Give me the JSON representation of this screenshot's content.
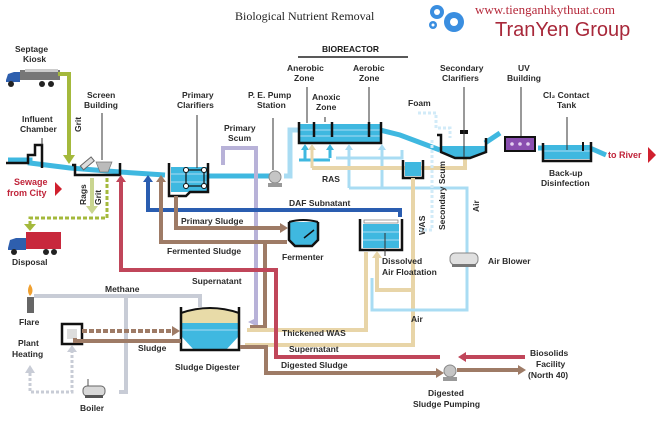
{
  "title": "Biological Nutrient Removal",
  "watermark": {
    "url": "www.tienganhkythuat.com",
    "brand": "TranYen Group",
    "icon": "gears-icon"
  },
  "colors": {
    "water": "#3fb8e0",
    "water_light": "#a9dcf3",
    "grit": "#a4b93c",
    "sludge_brown": "#9e7b66",
    "supernatant_red": "#c0465a",
    "daf_blue": "#2a5db0",
    "scum_lavender": "#b8b2d8",
    "ras_tan": "#e8d5a8",
    "methane_gray": "#c8ccd6",
    "uv_purple": "#8a4fb0",
    "arrow_red": "#d0202e"
  },
  "labels": {
    "septage_kiosk": [
      "Septage",
      "Kiosk"
    ],
    "influent_chamber": [
      "Influent",
      "Chamber"
    ],
    "screen_building": [
      "Screen",
      "Building"
    ],
    "grit": "Grit",
    "rags": "Rags",
    "grit2": "Grit",
    "sewage_from_city": [
      "Sewage",
      "from City"
    ],
    "disposal": "Disposal",
    "primary_clarifiers": [
      "Primary",
      "Clarifiers"
    ],
    "primary_scum": [
      "Primary",
      "Scum"
    ],
    "pe_pump_station": [
      "P. E. Pump",
      "Station"
    ],
    "bioreactor": "BIOREACTOR",
    "anerobic_zone": [
      "Anerobic",
      "Zone"
    ],
    "aerobic_zone": [
      "Aerobic",
      "Zone"
    ],
    "anoxic_zone": [
      "Anoxic",
      "Zone"
    ],
    "foam": "Foam",
    "secondary_clarifiers": [
      "Secondary",
      "Clarifiers"
    ],
    "uv_building": [
      "UV",
      "Building"
    ],
    "cl2_contact_tank": [
      "Cl₂ Contact",
      "Tank"
    ],
    "to_river": "to River",
    "backup_disinfection": [
      "Back-up",
      "Disinfection"
    ],
    "ras": "RAS",
    "was": "WAS",
    "secondary_scum": "Secondary Scum",
    "air_vertical": "Air",
    "daf_subnatant": "DAF Subnatant",
    "primary_sludge": "Primary Sludge",
    "fermented_sludge": "Fermented Sludge",
    "fermenter": "Fermenter",
    "dissolved_air_floatation": [
      "Dissolved",
      "Air Floatation"
    ],
    "air_blower": "Air Blower",
    "air_bottom": "Air",
    "supernatant_top": "Supernatant",
    "methane": "Methane",
    "flare": "Flare",
    "plant_heating": [
      "Plant",
      "Heating"
    ],
    "sludge": "Sludge",
    "boiler": "Boiler",
    "sludge_digester": "Sludge Digester",
    "thickened_was": "Thickened WAS",
    "supernatant_bottom": "Supernatant",
    "digested_sludge": "Digested Sludge",
    "digested_sludge_pumping": [
      "Digested",
      "Sludge Pumping"
    ],
    "biosolids_facility": [
      "Biosolids",
      "Facility",
      "(North 40)"
    ]
  }
}
